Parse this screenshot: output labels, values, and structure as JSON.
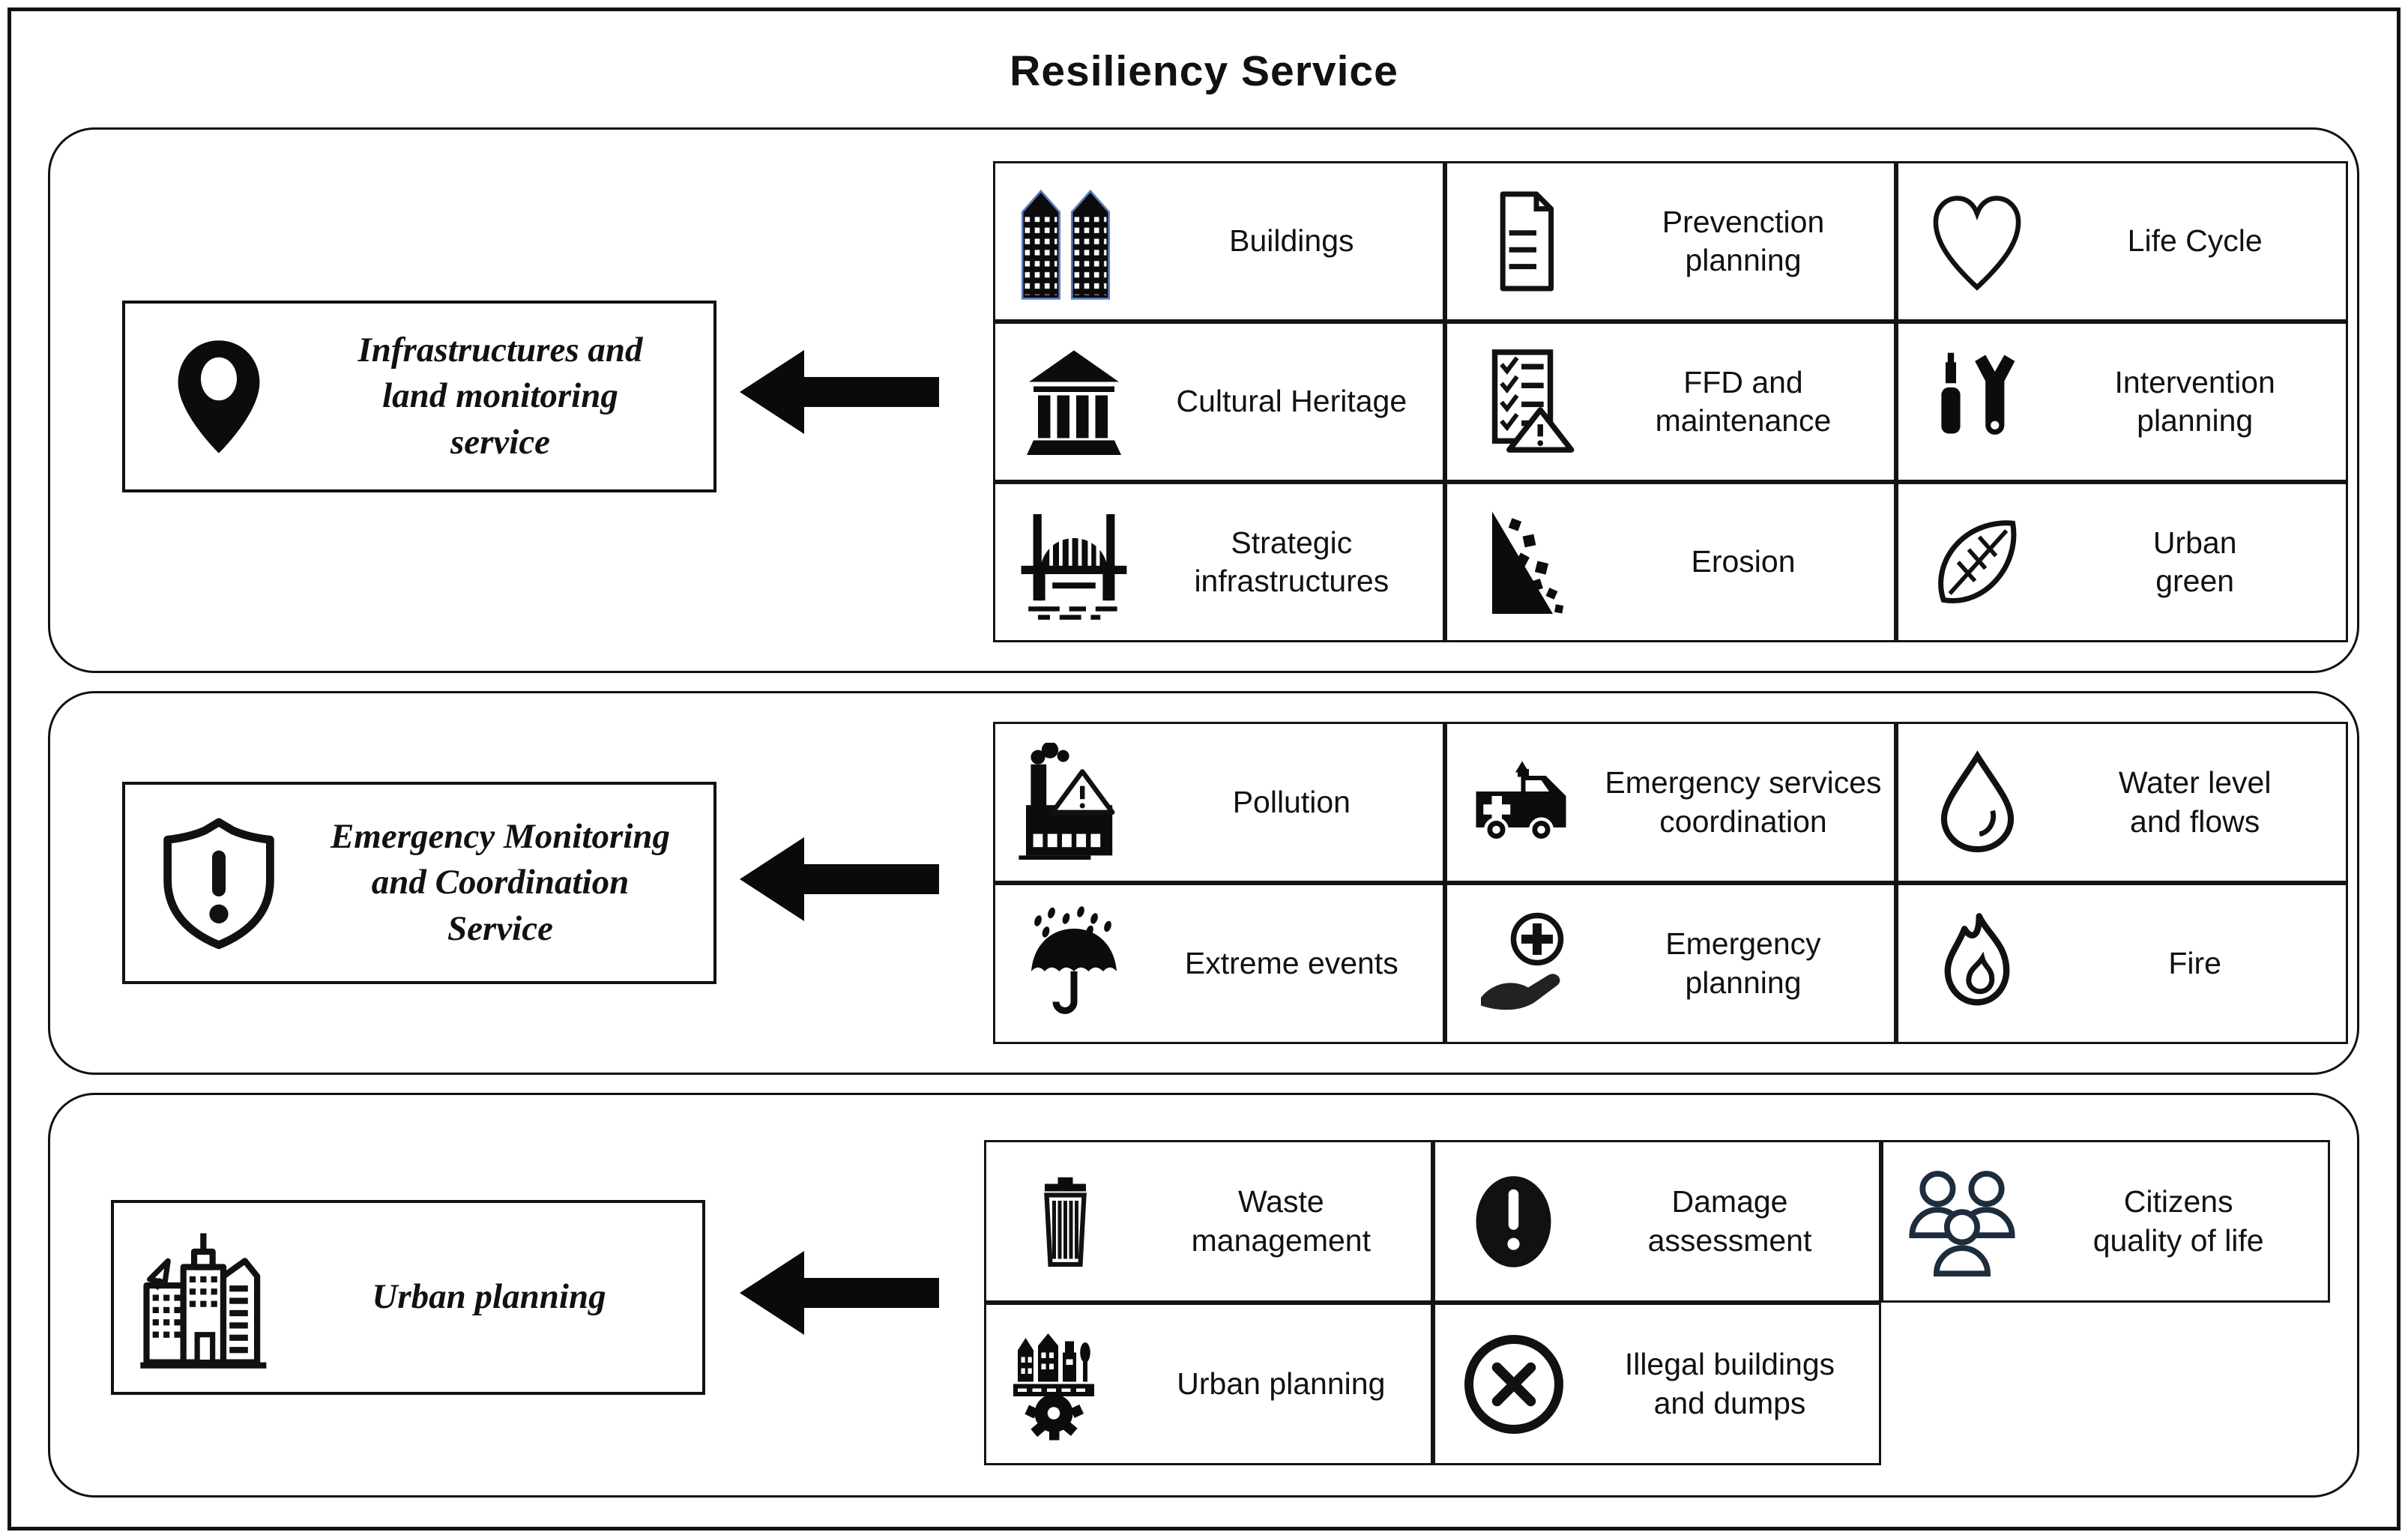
{
  "title": "Resiliency Service",
  "colors": {
    "line": "#111111",
    "icon": "#111111",
    "people_icon": "#1e2d3d",
    "buildings_outline": "#5b7fc0",
    "background": "#ffffff"
  },
  "sections": [
    {
      "name": "infrastructures-and-land-monitoring-service",
      "label": "Infrastructures and\nland monitoring\nservice",
      "icon": "location-pin-icon",
      "arrow": "left-arrow",
      "items": [
        {
          "label": "Buildings",
          "icon": "buildings-icon"
        },
        {
          "label": "Prevenction\nplanning",
          "icon": "document-icon"
        },
        {
          "label": "Life Cycle",
          "icon": "heart-icon"
        },
        {
          "label": "Cultural Heritage",
          "icon": "museum-icon"
        },
        {
          "label": "FFD and\nmaintenance",
          "icon": "checklist-warning-icon"
        },
        {
          "label": "Intervention\nplanning",
          "icon": "tools-icon"
        },
        {
          "label": "Strategic\ninfrastructures",
          "icon": "bridge-icon"
        },
        {
          "label": "Erosion",
          "icon": "landslide-icon"
        },
        {
          "label": "Urban\ngreen",
          "icon": "leaf-icon"
        }
      ]
    },
    {
      "name": "emergency-monitoring-and-coordination-service",
      "label": "Emergency Monitoring\nand Coordination\nService",
      "icon": "shield-exclamation-icon",
      "arrow": "left-arrow",
      "items": [
        {
          "label": "Pollution",
          "icon": "factory-icon"
        },
        {
          "label": "Emergency services\ncoordination",
          "icon": "ambulance-icon"
        },
        {
          "label": "Water level\nand flows",
          "icon": "water-drop-icon"
        },
        {
          "label": "Extreme events",
          "icon": "umbrella-rain-icon"
        },
        {
          "label": "Emergency\nplanning",
          "icon": "hand-plus-icon"
        },
        {
          "label": "Fire",
          "icon": "flame-icon"
        }
      ]
    },
    {
      "name": "urban-planning-service",
      "label": "Urban planning",
      "icon": "city-buildings-icon",
      "arrow": "left-arrow",
      "items": [
        {
          "label": "Waste\nmanagement",
          "icon": "trash-icon"
        },
        {
          "label": "Damage\nassessment",
          "icon": "exclamation-circle-icon"
        },
        {
          "label": "Citizens\nquality of life",
          "icon": "people-icon"
        },
        {
          "label": "Urban planning",
          "icon": "city-gear-icon"
        },
        {
          "label": "Illegal buildings\nand dumps",
          "icon": "x-circle-icon"
        }
      ]
    }
  ]
}
